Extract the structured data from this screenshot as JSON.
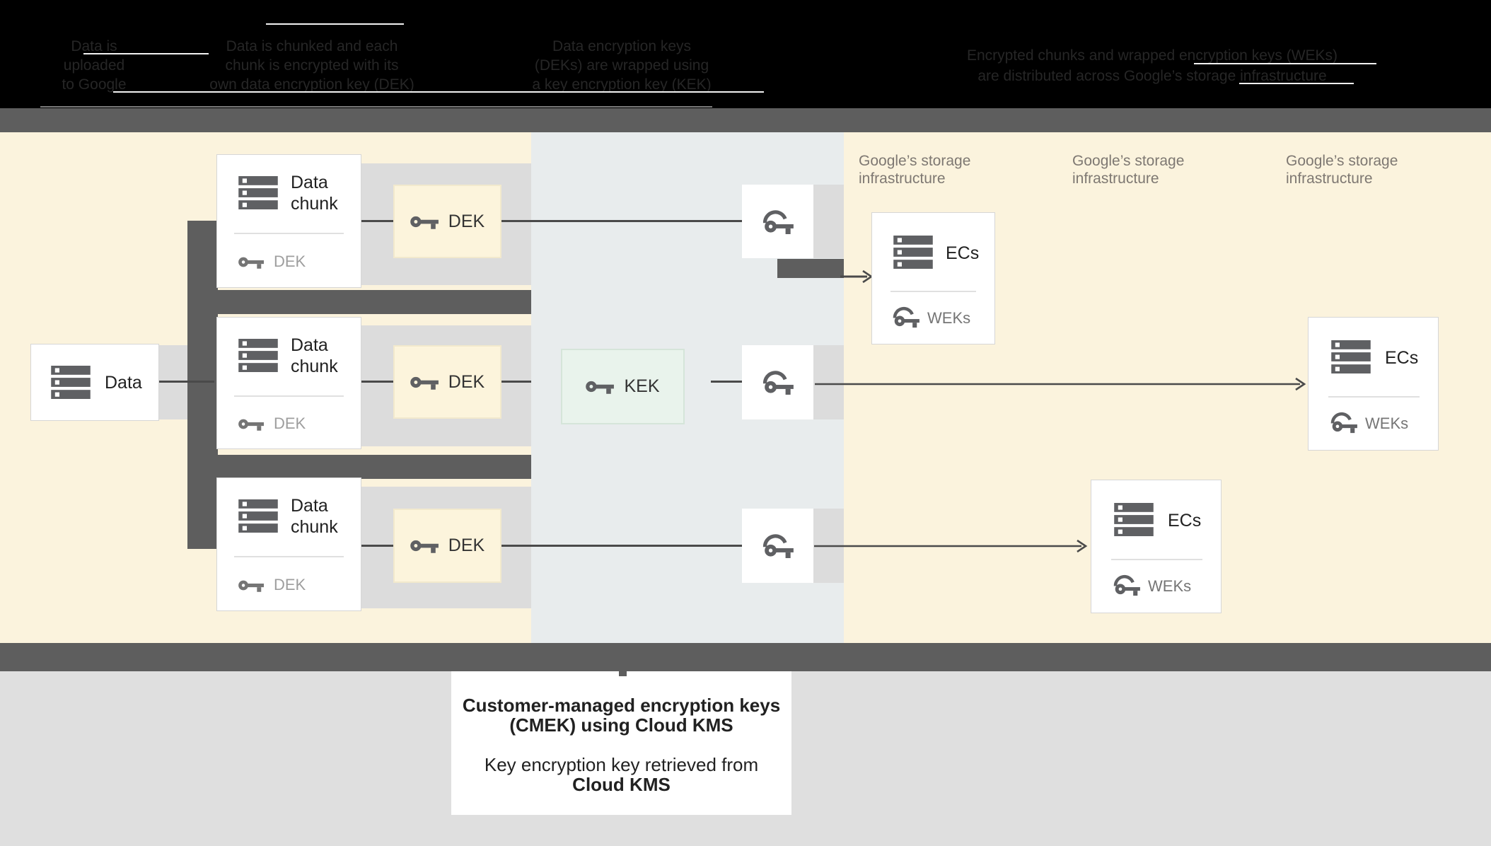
{
  "colors": {
    "black": "#000000",
    "header-text": "#262626",
    "streak": "#f2f2f2",
    "dark-gray": "#5e5e5e",
    "connector": "#4a4a4a",
    "cream": "#fbf3dd",
    "blue-gray": "#e8eced",
    "band-gray": "#dcdcdc",
    "bottom-gray": "#dfdfdf",
    "card-border": "#d6d6d6",
    "dek-fill": "#fcf4dc",
    "dek-border": "#f2e9cd",
    "kek-fill": "#e9f3ec",
    "kek-border": "#d5e5d9",
    "icon-dark": "#5f6063",
    "icon-gray": "#757575",
    "text-dark": "#212121",
    "text-gray": "#9e9e9e",
    "text-medium": "#757575",
    "label-gray": "#7e7872"
  },
  "icons": {
    "server": "server-stack-icon",
    "key": "key-icon",
    "wrapped_key": "wrapped-key-icon",
    "arrow": "arrow-right-icon"
  },
  "header": {
    "steps": [
      {
        "lines": [
          "Data is",
          "uploaded",
          "to Google"
        ]
      },
      {
        "lines": [
          "Data is chunked and each",
          "chunk is encrypted with its",
          "own data encryption key (DEK)"
        ]
      },
      {
        "lines": [
          "Data encryption keys",
          "(DEKs) are wrapped using",
          "a key encryption key (KEK)"
        ]
      },
      {
        "lines": [
          "Encrypted chunks and wrapped encryption keys (WEKs)",
          "are distributed across Google’s storage infrastructure"
        ]
      }
    ]
  },
  "diagram": {
    "data_card": {
      "label": "Data"
    },
    "chunk_cards": [
      {
        "title": "Data chunk",
        "key_label": "DEK"
      },
      {
        "title": "Data chunk",
        "key_label": "DEK"
      },
      {
        "title": "Data chunk",
        "key_label": "DEK"
      }
    ],
    "dek_boxes": [
      {
        "label": "DEK"
      },
      {
        "label": "DEK"
      },
      {
        "label": "DEK"
      }
    ],
    "kek_box": {
      "label": "KEK"
    },
    "storage_labels": [
      {
        "text": "Google’s storage infrastructure"
      },
      {
        "text": "Google’s storage infrastructure"
      },
      {
        "text": "Google’s storage infrastructure"
      }
    ],
    "ecs_cards": [
      {
        "title": "ECs",
        "key_label": "WEKs"
      },
      {
        "title": "ECs",
        "key_label": "WEKs"
      },
      {
        "title": "ECs",
        "key_label": "WEKs"
      }
    ]
  },
  "callout": {
    "title_line1": "Customer-managed encryption keys",
    "title_line2": "(CMEK) using Cloud KMS",
    "body_line1": "Key encryption key retrieved from",
    "body_line2": "Cloud KMS"
  }
}
